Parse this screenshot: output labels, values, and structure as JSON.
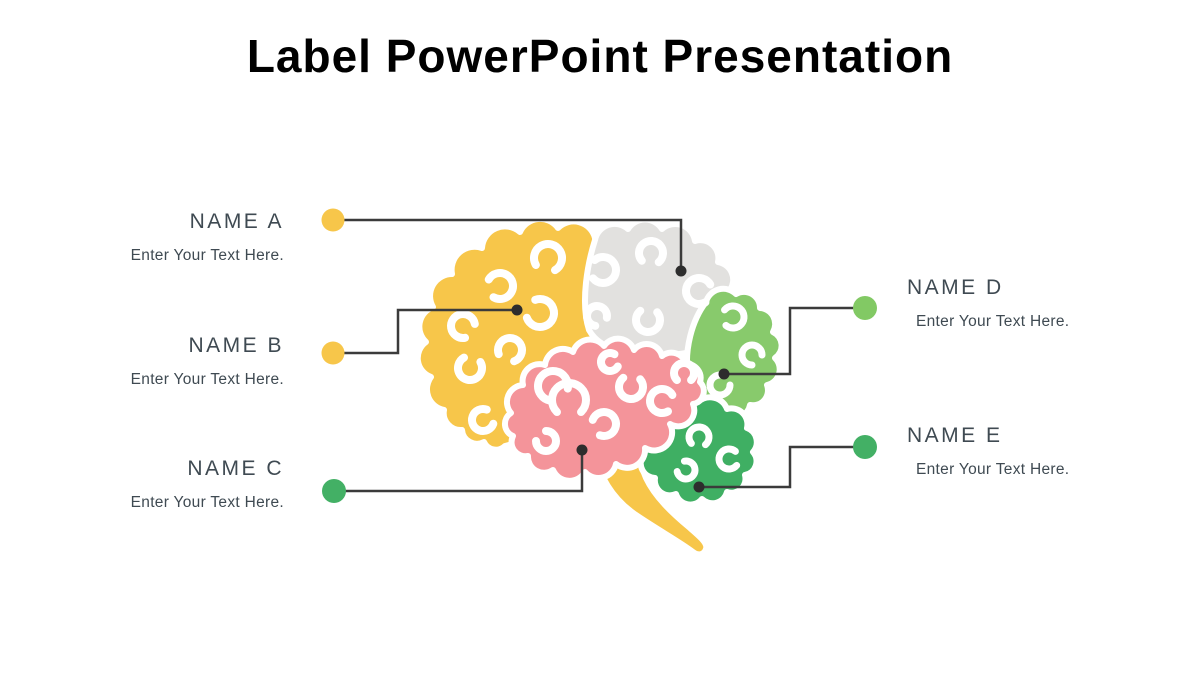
{
  "slide": {
    "title": "Label PowerPoint Presentation",
    "background_color": "#ffffff"
  },
  "labels": [
    {
      "id": "a",
      "name": "NAME A",
      "description": "Enter Your Text Here.",
      "side": "left",
      "dot_color": "#F7C64A"
    },
    {
      "id": "b",
      "name": "NAME B",
      "description": "Enter Your Text Here.",
      "side": "left",
      "dot_color": "#F7C64A"
    },
    {
      "id": "c",
      "name": "NAME C",
      "description": "Enter Your Text Here.",
      "side": "left",
      "dot_color": "#43B065"
    },
    {
      "id": "d",
      "name": "NAME D",
      "description": "Enter Your Text Here.",
      "side": "right",
      "dot_color": "#82C964"
    },
    {
      "id": "e",
      "name": "NAME E",
      "description": "Enter Your Text Here.",
      "side": "right",
      "dot_color": "#43B065"
    }
  ],
  "brain": {
    "regions": [
      {
        "name": "frontal-lobe",
        "color": "#F7C64A"
      },
      {
        "name": "parietal-lobe",
        "color": "#E2E1DF"
      },
      {
        "name": "occipital-lobe",
        "color": "#88CA6C"
      },
      {
        "name": "brain-stem",
        "color": "#F7C64A"
      },
      {
        "name": "cerebellum",
        "color": "#3FAF63"
      },
      {
        "name": "temporal-lobe",
        "color": "#F4949A"
      }
    ],
    "sulci_color": "#ffffff"
  },
  "connectors": {
    "line_color": "#3B3B3B",
    "endpoint_dot_color": "#2D2D2D"
  }
}
